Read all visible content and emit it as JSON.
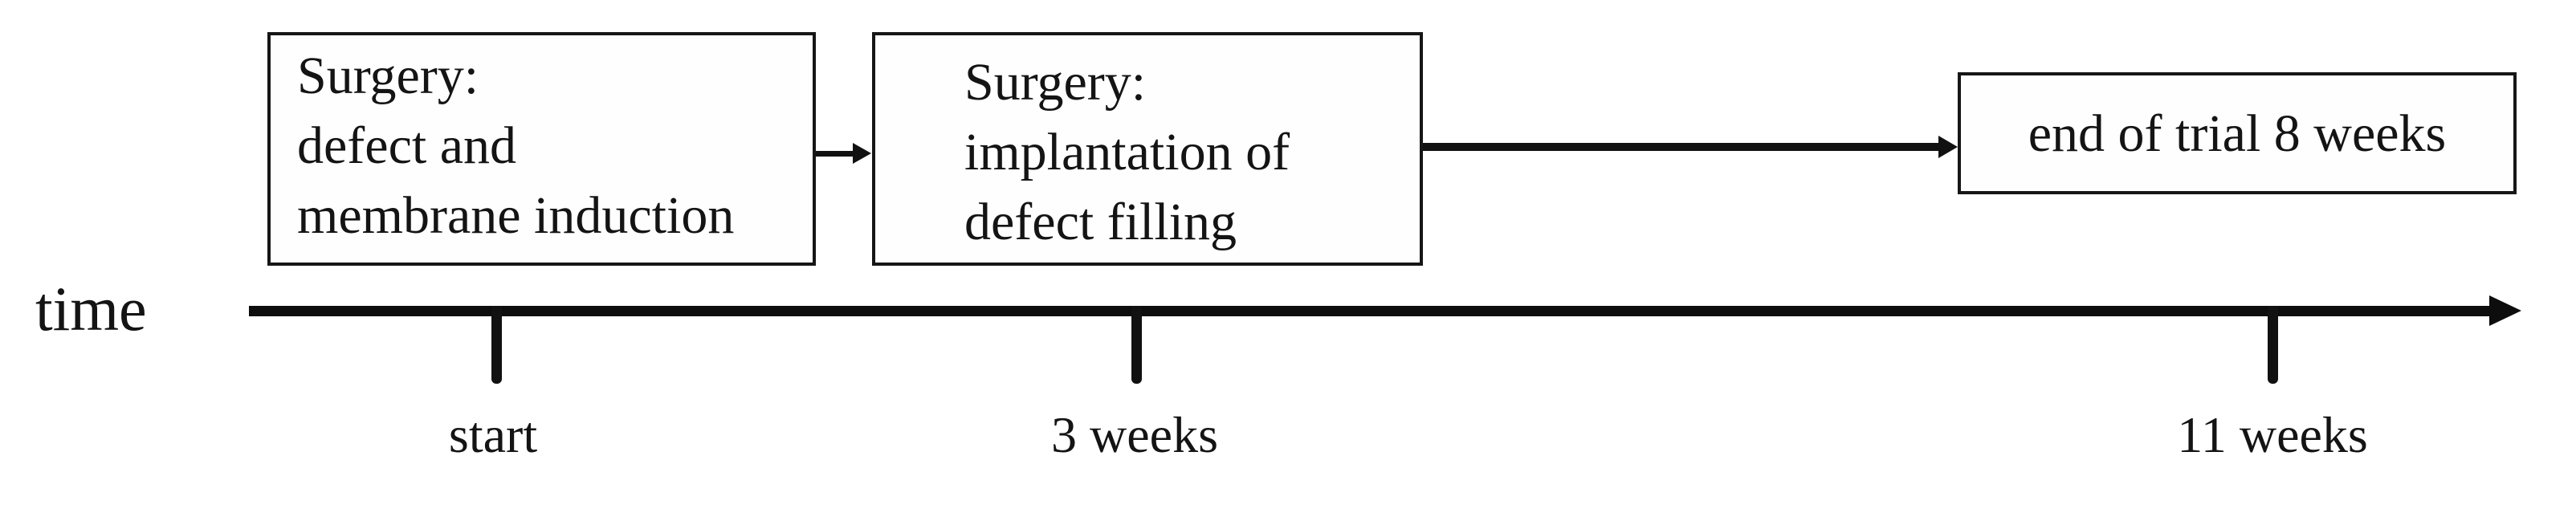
{
  "diagram": {
    "axis_label": "time",
    "boxes": [
      {
        "name": "surgery-defect-and-membrane-induction",
        "lines": [
          "Surgery:",
          "defect and",
          "membrane induction"
        ]
      },
      {
        "name": "surgery-implantation-of-defect-filling",
        "lines": [
          "Surgery:",
          "implantation of",
          "defect filling"
        ]
      },
      {
        "name": "end-of-trial",
        "lines": [
          "end of trial 8 weeks"
        ]
      }
    ],
    "ticks": [
      {
        "label": "start"
      },
      {
        "label": "3 weeks"
      },
      {
        "label": "11 weeks"
      }
    ],
    "colors": {
      "stroke": "#111111",
      "text": "#141414",
      "background": "#ffffff"
    }
  }
}
